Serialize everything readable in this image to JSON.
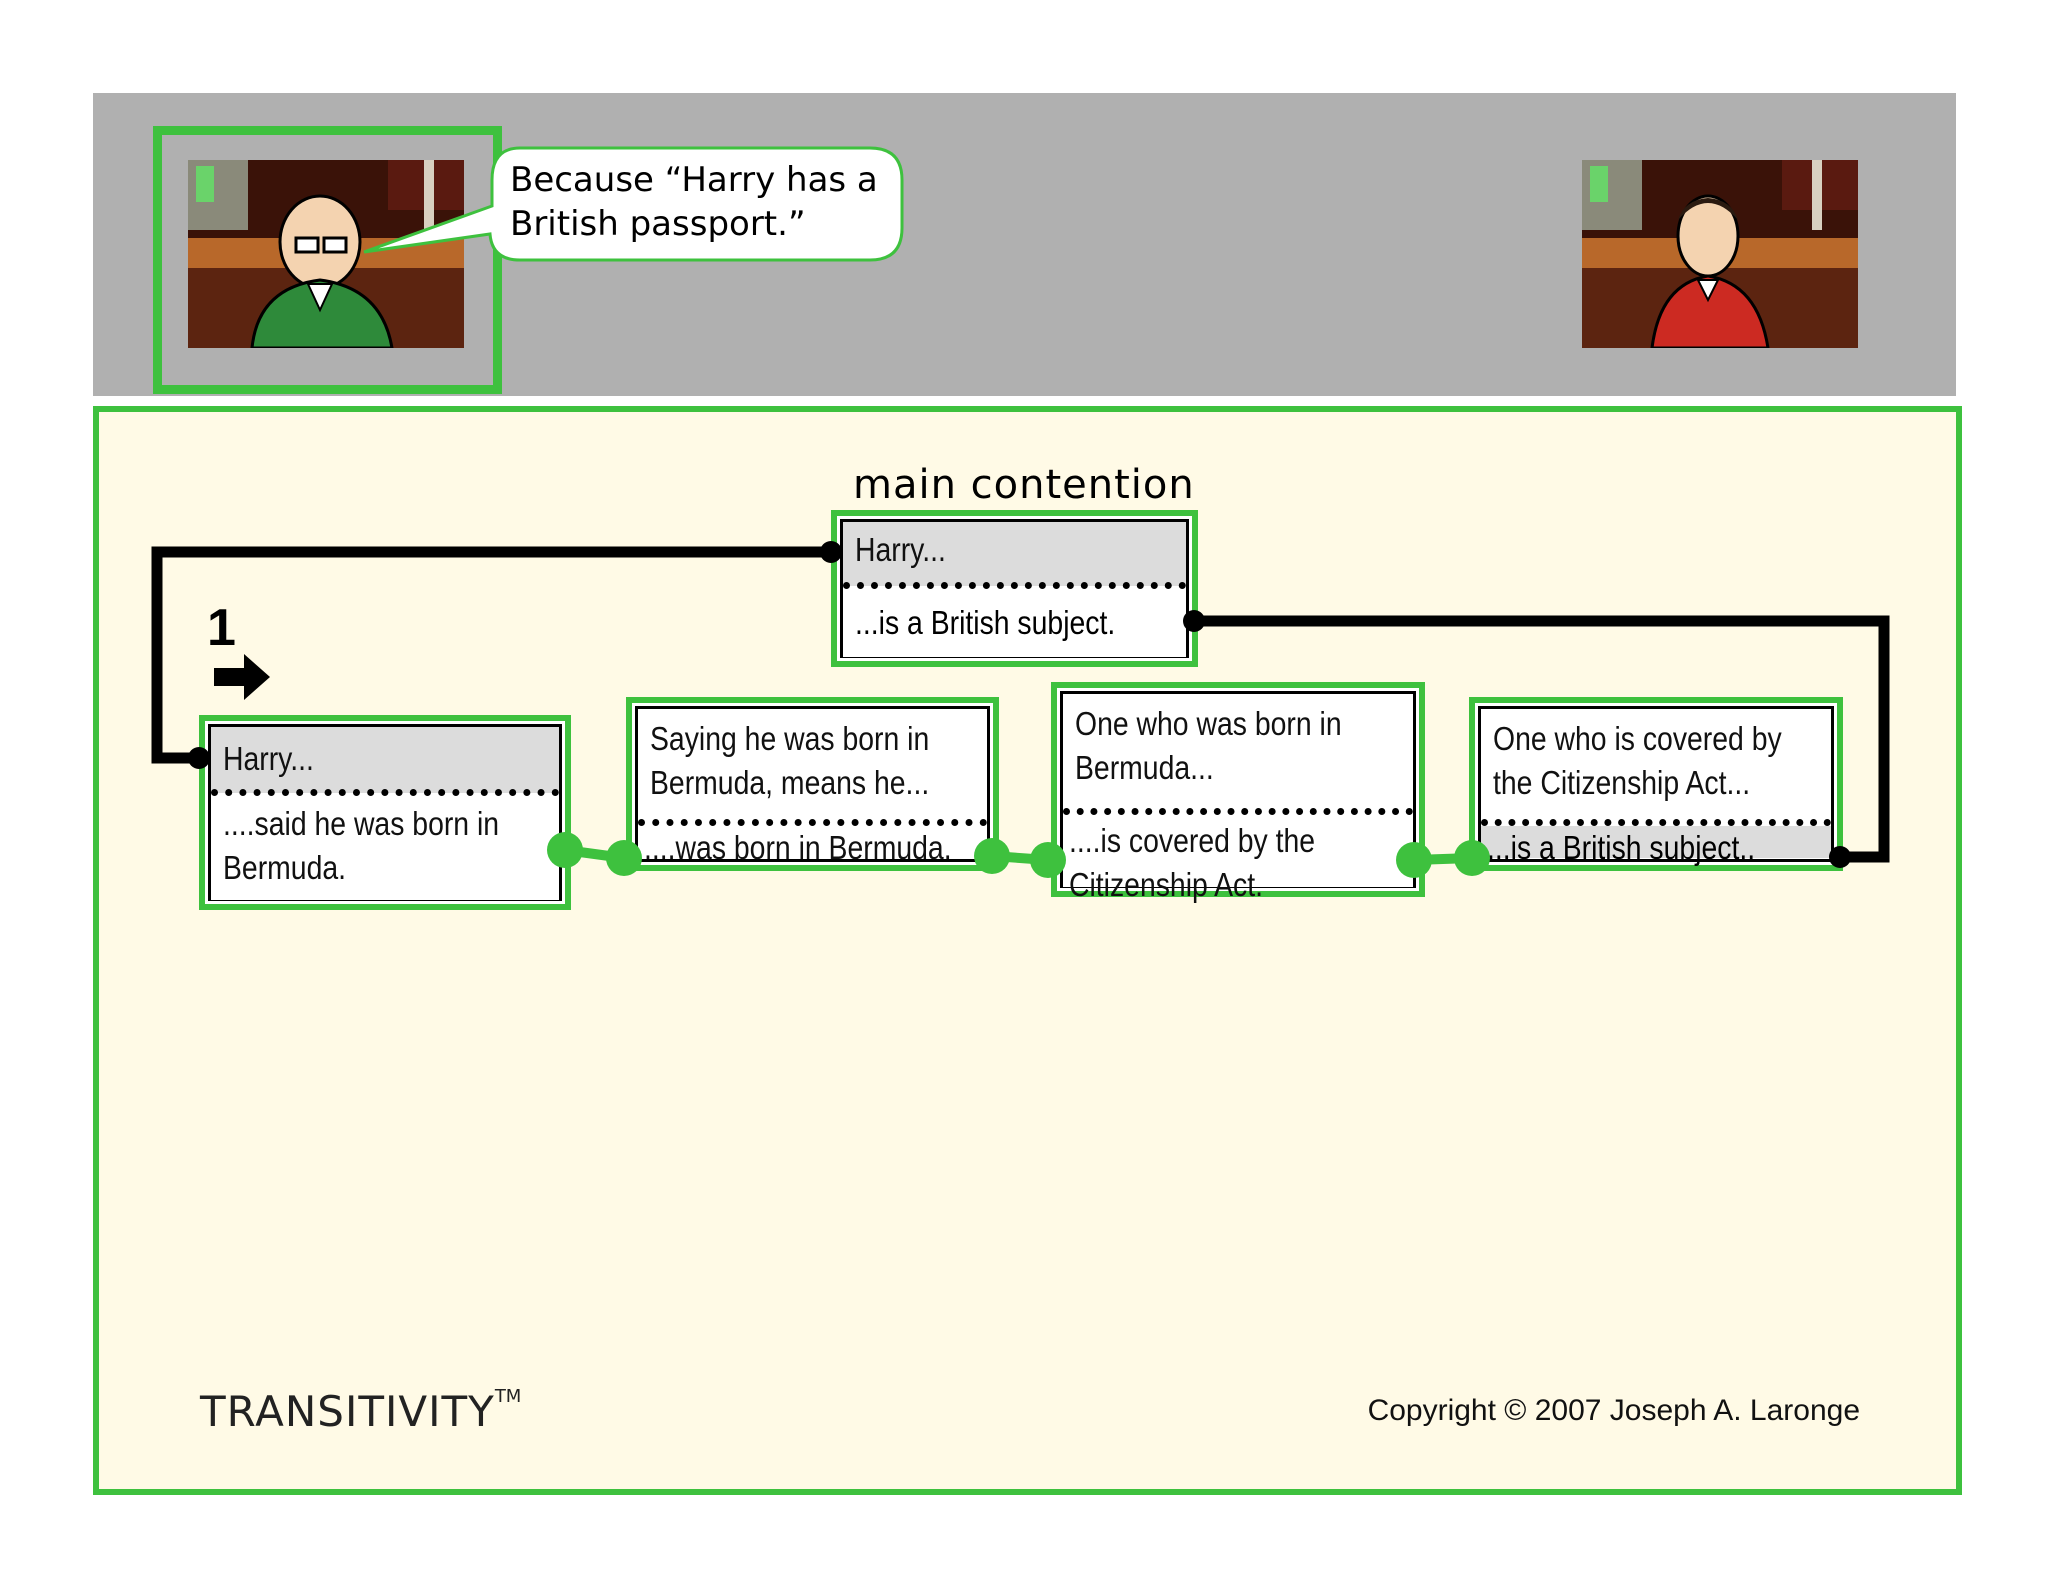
{
  "speech_bubble": {
    "line1": "Because “Harry has a",
    "line2": "British passport.”"
  },
  "diagram": {
    "title": "main contention",
    "step_number": "1",
    "main_contention": {
      "subject": "Harry...",
      "predicate": "...is a British subject."
    },
    "links": [
      {
        "subject": "Harry...",
        "predicate_line1": "....said he was born in",
        "predicate_line2": "Bermuda."
      },
      {
        "subject_line1": "Saying he was born in",
        "subject_line2": "Bermuda, means he...",
        "predicate": "....was born in Bermuda."
      },
      {
        "subject_line1": "One who was born in",
        "subject_line2": "Bermuda...",
        "predicate_line1": "....is covered by the",
        "predicate_line2": "Citizenship Act."
      },
      {
        "subject_line1": "One who is covered by",
        "subject_line2": "the Citizenship Act...",
        "predicate": "...is a British subject.."
      }
    ]
  },
  "footer": {
    "brand": "TRANSITIVITY",
    "trademark": "TM",
    "copyright": "Copyright © 2007 Joseph A. Laronge"
  },
  "colors": {
    "accent_green": "#3ec13e",
    "header_gray": "#b0b0b0",
    "canvas_cream": "#fffae6"
  }
}
